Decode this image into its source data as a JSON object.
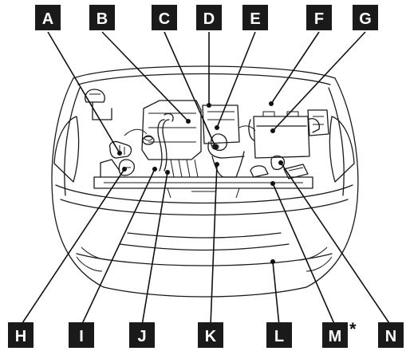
{
  "labels": {
    "A": "A",
    "B": "B",
    "C": "C",
    "D": "D",
    "E": "E",
    "F": "F",
    "G": "G",
    "H": "H",
    "I": "I",
    "J": "J",
    "K": "K",
    "L": "L",
    "M": "M",
    "N": "N"
  },
  "footnote_marker": "*"
}
